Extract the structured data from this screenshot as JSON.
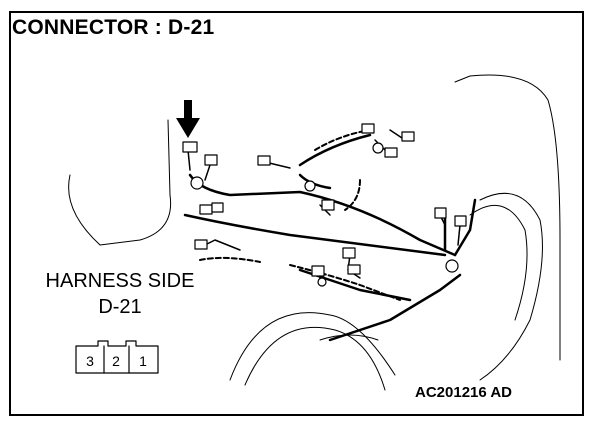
{
  "title": "CONNECTOR : D-21",
  "harness_side_label": {
    "line1": "HARNESS SIDE",
    "line2": "D-21"
  },
  "connector_pins": [
    "3",
    "2",
    "1"
  ],
  "figure_code": "AC201216 AD",
  "icons": {
    "locator_arrow": "arrow-down-icon",
    "connector_face": "connector-face-icon"
  },
  "colors": {
    "line": "#000000",
    "background": "#ffffff"
  }
}
